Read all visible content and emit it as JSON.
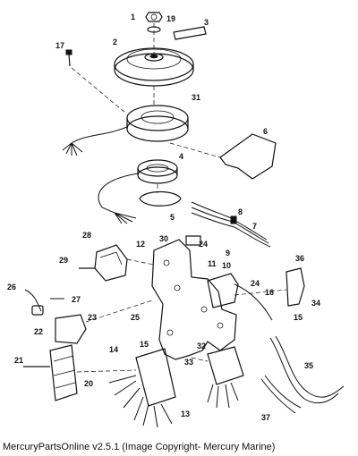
{
  "caption": "MercuryPartsOnline v2.5.1 (Image Copyright- Mercury Marine)",
  "callouts": {
    "c1": "1",
    "c19": "19",
    "c3": "3",
    "c17": "17",
    "c2": "2",
    "c31": "31",
    "c6": "6",
    "c4": "4",
    "c5": "5",
    "c8": "8",
    "c7": "7",
    "c28": "28",
    "c30": "30",
    "c24a": "24",
    "c12": "12",
    "c9": "9",
    "c10": "10",
    "c11": "11",
    "c29": "29",
    "c36": "36",
    "c26": "26",
    "c27": "27",
    "c24b": "24",
    "c16": "16",
    "c23": "23",
    "c34": "34",
    "c25": "25",
    "c22": "22",
    "c15a": "15",
    "c15b": "15",
    "c14": "14",
    "c32": "32",
    "c21": "21",
    "c33": "33",
    "c20": "20",
    "c35": "35",
    "c13": "13",
    "c37": "37"
  }
}
